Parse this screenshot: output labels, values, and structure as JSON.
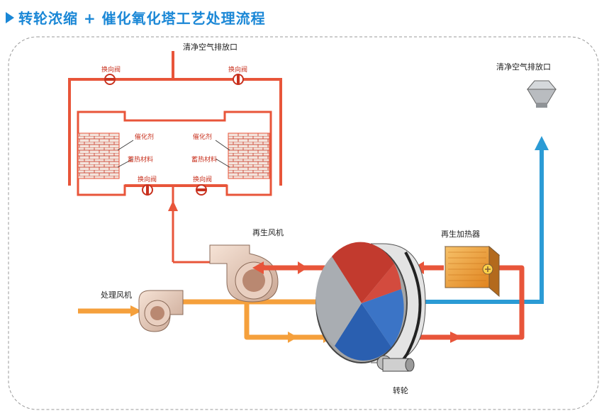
{
  "title": "转轮浓缩 + 催化氧化塔工艺处理流程",
  "labels": {
    "exhaust_top": "清净空气排放口",
    "exhaust_right": "清净空气排放口",
    "valve_top_left": "换向阀",
    "valve_top_right": "换向阀",
    "valve_bottom_left": "换向阀",
    "valve_bottom_right": "换向阀",
    "catalyst_left": "催化剂",
    "catalyst_right": "催化剂",
    "heat_storage_left": "蓄热材料",
    "heat_storage_right": "蓄热材料",
    "regen_fan": "再生风机",
    "process_fan": "处理风机",
    "regen_heater": "再生加热器",
    "rotor": "转轮"
  },
  "colors": {
    "title_blue": "#1a87d6",
    "pipe_red": "#e8553a",
    "pipe_orange": "#f5a03c",
    "pipe_blue": "#2b9bd5",
    "rotor_red": "#c23a2e",
    "rotor_blue": "#2a5fb0"
  }
}
